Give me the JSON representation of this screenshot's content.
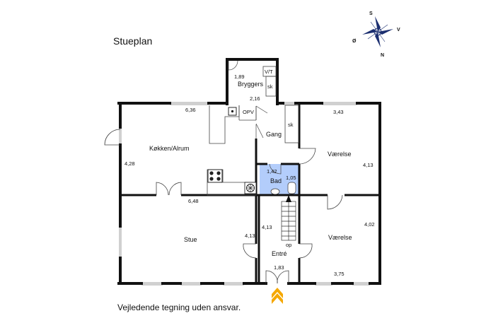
{
  "title": "Stueplan",
  "disclaimer": "Vejledende tegning uden ansvar.",
  "compass": {
    "s": "S",
    "v": "V",
    "o": "Ø",
    "n": "N"
  },
  "rooms": {
    "bryggers": "Bryggers",
    "koekken": "Køkken/Alrum",
    "gang": "Gang",
    "vaerelse_top": "Værelse",
    "bad": "Bad",
    "stue": "Stue",
    "entre": "Entré",
    "vaerelse_bottom": "Værelse"
  },
  "dimensions": {
    "bryggers_depth": "1,89",
    "bryggers_width": "2,16",
    "koekken_width": "6,36",
    "koekken_depth": "4,28",
    "vaerelse_top_width": "3,43",
    "vaerelse_top_depth": "4,13",
    "bad_width": "1,42",
    "bad_depth": "1,05",
    "stue_width": "6,48",
    "stue_depth": "4,13",
    "entre_depth": "4,13",
    "entre_width": "1,83",
    "vaerelse_bottom_depth": "4,02",
    "vaerelse_bottom_width": "3,75"
  },
  "labels": {
    "vt": "V/T",
    "sk_bryggers": "sk",
    "sk_gang": "sk",
    "opv": "OPV",
    "op": "op"
  },
  "colors": {
    "wall": "#111111",
    "window": "#c8c8c8",
    "bathroom": "#b3cdfb",
    "entrance_arrow": "#f5a800",
    "compass": "#1c2f70"
  }
}
